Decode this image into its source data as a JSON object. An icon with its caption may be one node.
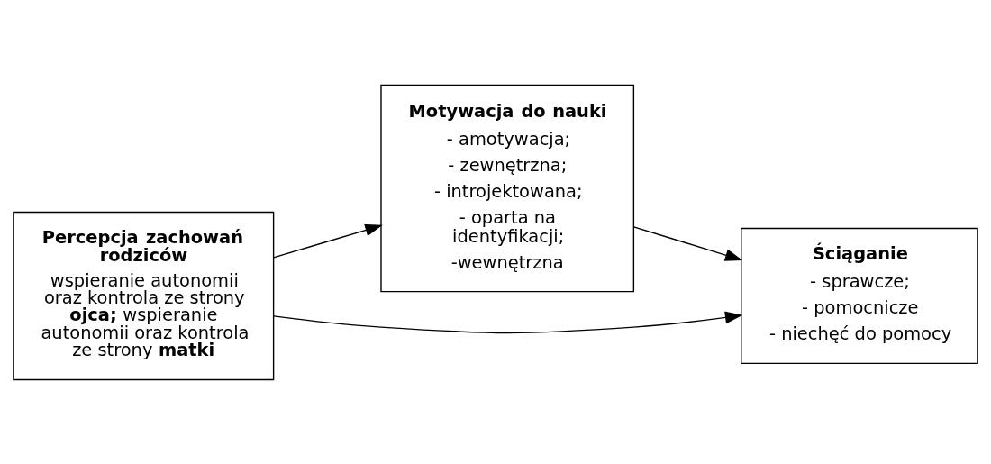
{
  "diagram": {
    "nodes": [
      {
        "text": [
          "Percepcja zachowań rodziców",
          "wspieranie autonomii oraz kontrola ze strony **ojca;** wspieranie autonomii oraz kontrola ze strony **matki**"
        ]
      },
      {
        "text": [
          "Motywacja do nauki",
          "- amotywacja;",
          "- zewnętrzna;",
          "- introjektowana;",
          "- oparta na identyfikacji;",
          "-wewnętrzna"
        ]
      },
      {
        "text": [
          "Ściąganie",
          "- sprawcze;",
          "- pomocnicze",
          "- niechęć do pomocy"
        ]
      }
    ],
    "edges": [
      {
        "from": 0,
        "to": 1,
        "arrow": "to"
      },
      {
        "from": 1,
        "to": 2,
        "arrow": "to"
      },
      {
        "from": 0,
        "to": 2,
        "arrow": "to"
      }
    ]
  }
}
